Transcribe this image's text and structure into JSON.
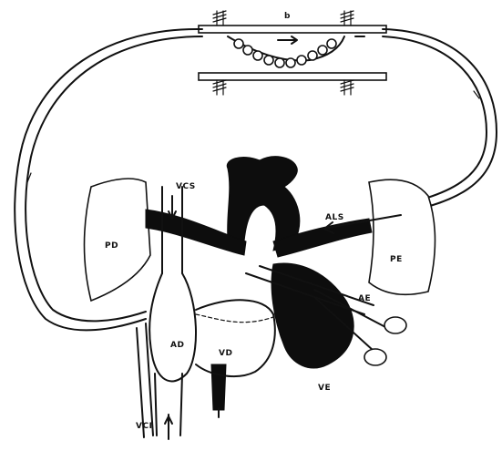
{
  "labels": {
    "b": "b",
    "vcs": "VCS",
    "pd": "PD",
    "als": "ALS",
    "pe": "PE",
    "ae": "AE",
    "ad": "AD",
    "vd": "VD",
    "ve": "VE",
    "vci": "VCI"
  }
}
